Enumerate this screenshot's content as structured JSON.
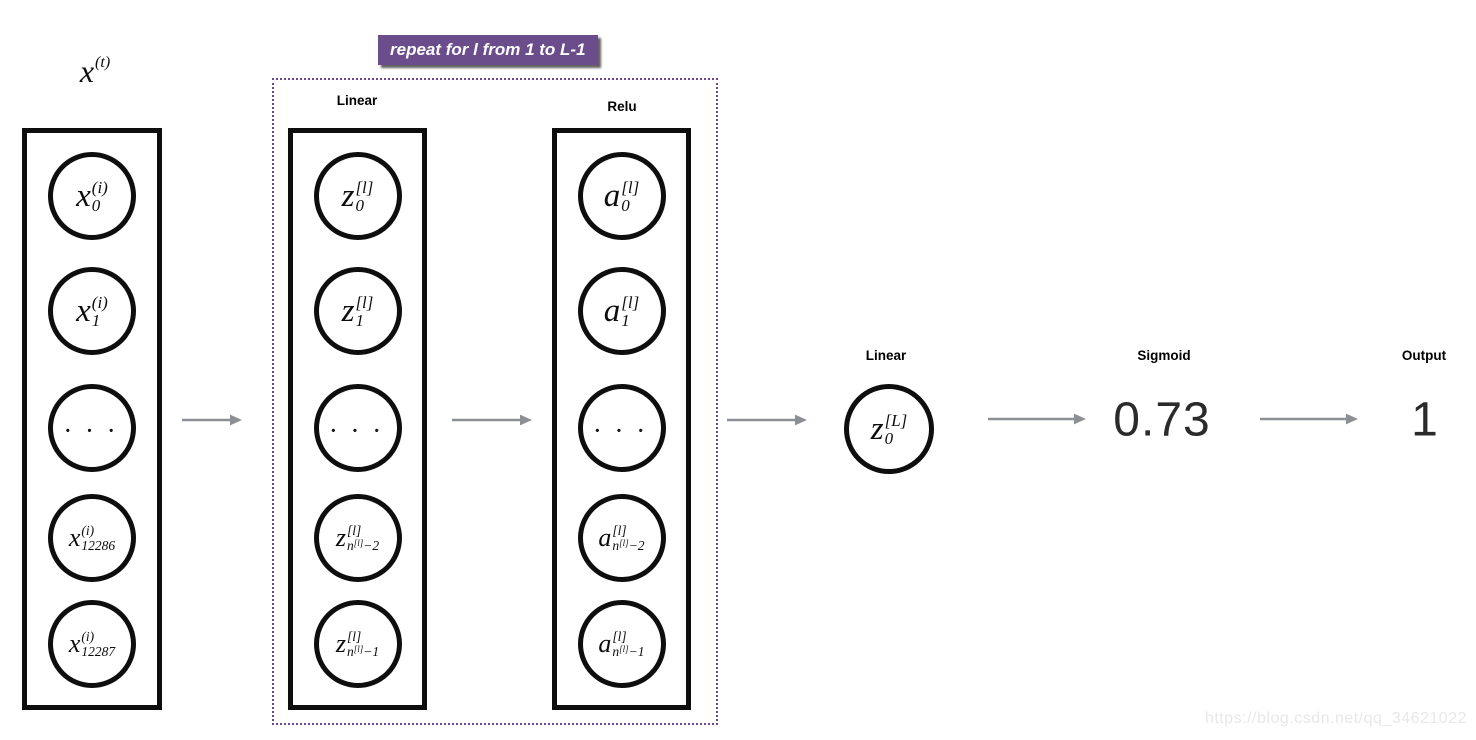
{
  "banner": {
    "label": "repeat for l from 1 to L-1"
  },
  "input_title": {
    "base": "x",
    "sup": "(t)"
  },
  "columns": [
    {
      "id": "input",
      "label": "",
      "nodes": [
        {
          "base": "x",
          "sup": "(i)",
          "sub": "0"
        },
        {
          "base": "x",
          "sup": "(i)",
          "sub": "1"
        },
        {
          "ellipsis": "· · ·"
        },
        {
          "base": "x",
          "sup": "(i)",
          "sub": "12286"
        },
        {
          "base": "x",
          "sup": "(i)",
          "sub": "12287"
        }
      ]
    },
    {
      "id": "linear",
      "label": "Linear",
      "nodes": [
        {
          "base": "z",
          "sup": "[l]",
          "sub": "0"
        },
        {
          "base": "z",
          "sup": "[l]",
          "sub": "1"
        },
        {
          "ellipsis": "· · ·"
        },
        {
          "base": "z",
          "sup": "[l]",
          "sub_base": "n",
          "sub_sup": "[l]",
          "sub_tail": "−2"
        },
        {
          "base": "z",
          "sup": "[l]",
          "sub_base": "n",
          "sub_sup": "[l]",
          "sub_tail": "−1"
        }
      ]
    },
    {
      "id": "relu",
      "label": "Relu",
      "nodes": [
        {
          "base": "a",
          "sup": "[l]",
          "sub": "0"
        },
        {
          "base": "a",
          "sup": "[l]",
          "sub": "1"
        },
        {
          "ellipsis": "· · ·"
        },
        {
          "base": "a",
          "sup": "[l]",
          "sub_base": "n",
          "sub_sup": "[l]",
          "sub_tail": "−2"
        },
        {
          "base": "a",
          "sup": "[l]",
          "sub_base": "n",
          "sub_sup": "[l]",
          "sub_tail": "−1"
        }
      ]
    }
  ],
  "final_stage": {
    "label": "Linear",
    "node": {
      "base": "z",
      "sup": "[L]",
      "sub": "0"
    }
  },
  "sigmoid_stage": {
    "label": "Sigmoid",
    "value": "0.73"
  },
  "output_stage": {
    "label": "Output",
    "value": "1"
  },
  "watermark": "https://blog.csdn.net/qq_34621022",
  "colors": {
    "banner_bg": "#6a4d8a",
    "banner_text": "#ffffff",
    "dotted_border": "#6f4596",
    "arrow": "#8c8f94",
    "node_border": "#0e0e0e",
    "value_text": "#2b2b2b",
    "watermark_text": "#e8e8e8"
  }
}
